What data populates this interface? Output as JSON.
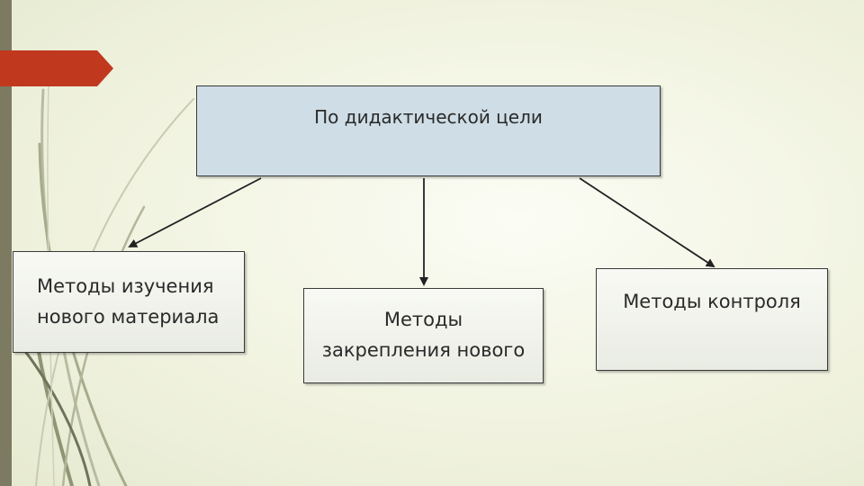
{
  "diagram": {
    "root": {
      "label": "По дидактической цели"
    },
    "children": [
      {
        "label": "Методы изучения\nнового материала"
      },
      {
        "label": "Методы\nзакрепления нового"
      },
      {
        "label": "Методы контроля"
      }
    ]
  },
  "colors": {
    "background": "#f1f3e0",
    "left_bar": "#7d7a62",
    "accent_flag": "#c0391f",
    "root_fill": "#cfdde6",
    "child_fill": "#eef0e8",
    "stroke": "#3a3a3a"
  }
}
